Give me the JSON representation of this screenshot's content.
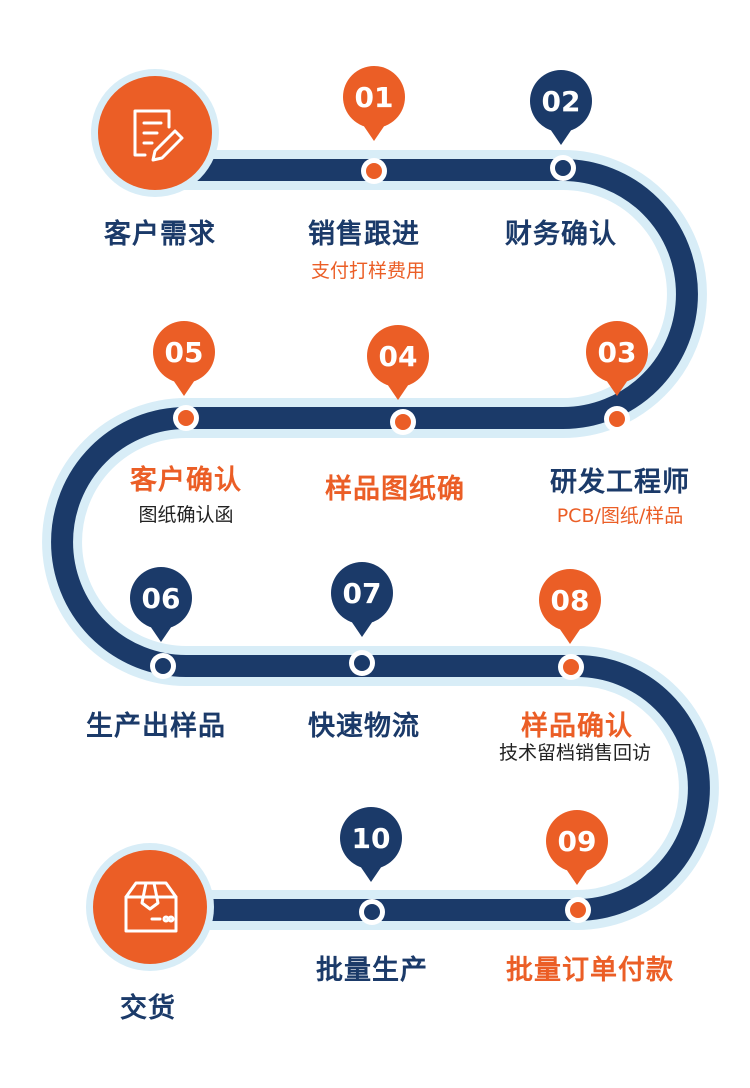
{
  "colors": {
    "navy": "#1b3a69",
    "orange": "#eb5e26",
    "halo": "#d8edf7",
    "text_dark": "#222222"
  },
  "start": {
    "title": "客户需求",
    "icon": "document-edit-icon"
  },
  "end": {
    "title": "交货",
    "icon": "package-box-icon"
  },
  "steps": [
    {
      "num": "01",
      "title": "销售跟进",
      "subtitle": "支付打样费用",
      "pin": "orange",
      "title_color": "navy"
    },
    {
      "num": "02",
      "title": "财务确认",
      "subtitle": "",
      "pin": "navy",
      "title_color": "navy"
    },
    {
      "num": "03",
      "title": "研发工程师",
      "subtitle": "PCB/图纸/样品",
      "pin": "orange",
      "title_color": "navy"
    },
    {
      "num": "04",
      "title": "样品图纸确",
      "subtitle": "",
      "pin": "orange",
      "title_color": "orange"
    },
    {
      "num": "05",
      "title": "客户确认",
      "subtitle": "图纸确认函",
      "pin": "orange",
      "title_color": "orange"
    },
    {
      "num": "06",
      "title": "生产出样品",
      "subtitle": "",
      "pin": "navy",
      "title_color": "navy"
    },
    {
      "num": "07",
      "title": "快速物流",
      "subtitle": "",
      "pin": "navy",
      "title_color": "navy"
    },
    {
      "num": "08",
      "title": "样品确认",
      "subtitle": "技术留档销售回访",
      "pin": "orange",
      "title_color": "orange"
    },
    {
      "num": "09",
      "title": "批量订单付款",
      "subtitle": "",
      "pin": "orange",
      "title_color": "orange"
    },
    {
      "num": "10",
      "title": "批量生产",
      "subtitle": "",
      "pin": "navy",
      "title_color": "navy"
    }
  ]
}
